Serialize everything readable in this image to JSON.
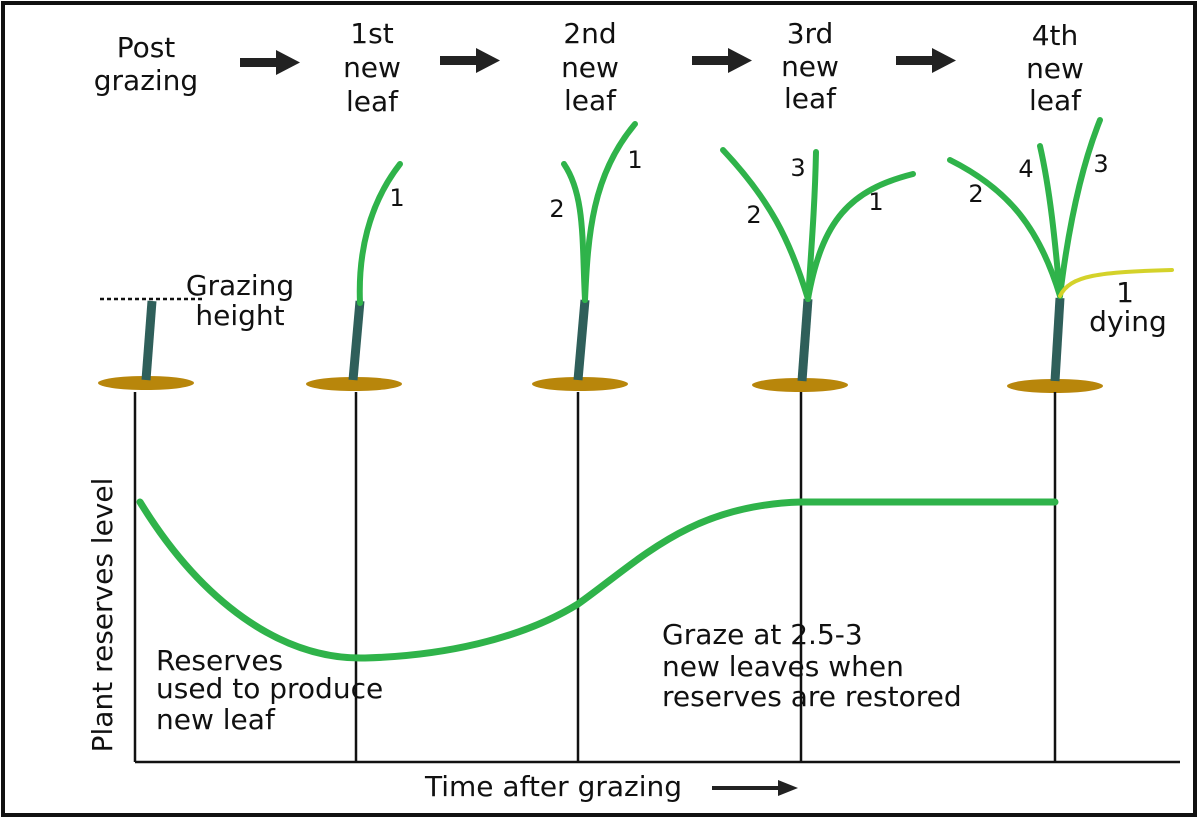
{
  "diagram": {
    "stages": [
      {
        "lines": [
          "Post",
          "grazing"
        ]
      },
      {
        "lines": [
          "1st",
          "new",
          "leaf"
        ]
      },
      {
        "lines": [
          "2nd",
          "new",
          "leaf"
        ]
      },
      {
        "lines": [
          "3rd",
          "new",
          "leaf"
        ]
      },
      {
        "lines": [
          "4th",
          "new",
          "leaf"
        ]
      }
    ],
    "grazing_height": [
      "Grazing",
      "height"
    ],
    "leaf_numbers": {
      "p1": [
        "1"
      ],
      "p2": [
        "2",
        "1"
      ],
      "p3": [
        "3",
        "2",
        "1"
      ],
      "p4": [
        "2",
        "4",
        "3"
      ]
    },
    "dying": [
      "1",
      "dying"
    ],
    "y_axis_label": "Plant reserves  level",
    "x_axis_label": "Time after grazing",
    "annotation_reserves": [
      "Reserves",
      "used to produce",
      "new leaf"
    ],
    "annotation_graze": [
      "Graze at 2.5-3",
      "new leaves when",
      "reserves are restored"
    ],
    "colors": {
      "leaf": "#2fb34a",
      "stem": "#2f5f5a",
      "soil": "#b8860b",
      "dying_leaf": "#d4d22a",
      "curve": "#2fb34a",
      "frame": "#111111"
    }
  }
}
